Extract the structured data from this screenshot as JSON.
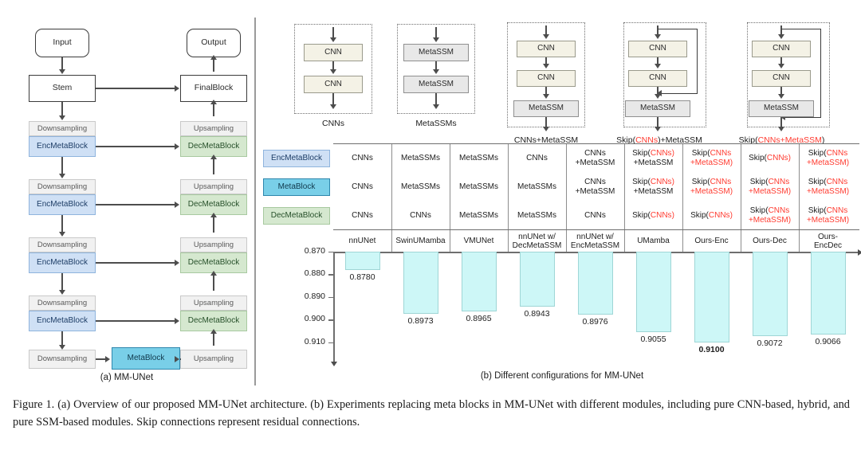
{
  "figure": {
    "caption": "Figure 1.  (a) Overview of our proposed MM-UNet architecture.  (b) Experiments replacing meta blocks in MM-UNet with different modules, including pure CNN-based, hybrid, and pure SSM-based modules. Skip connections represent residual connections.",
    "subcaption_a": "(a) MM-UNet",
    "subcaption_b": "(b) Different configurations for MM-UNet"
  },
  "panel_a": {
    "input_label": "Input",
    "output_label": "Output",
    "stem_label": "Stem",
    "final_label": "FinalBlock",
    "downsampling_label": "Downsampling",
    "upsampling_label": "Upsampling",
    "enc_label": "EncMetaBlock",
    "dec_label": "DecMetaBlock",
    "meta_label": "MetaBlock",
    "stage_count": 5,
    "colors": {
      "enc": "#cfe0f5",
      "dec": "#d5e8cf",
      "meta": "#79cfe8",
      "sampling": "#f1f1f1"
    }
  },
  "panel_b": {
    "modules": [
      {
        "label": "CNNs",
        "blocks": [
          "CNN",
          "CNN"
        ],
        "skip": "none"
      },
      {
        "label": "MetaSSMs",
        "blocks": [
          "MetaSSM",
          "MetaSSM"
        ],
        "skip": "none"
      },
      {
        "label": "CNNs+MetaSSM",
        "blocks": [
          "CNN",
          "CNN",
          "MetaSSM"
        ],
        "skip": "none"
      },
      {
        "label": "Skip(CNNs)+MetaSSM",
        "blocks": [
          "CNN",
          "CNN",
          "MetaSSM"
        ],
        "skip": "cnns"
      },
      {
        "label": "Skip(CNNs+MetaSSM)",
        "blocks": [
          "CNN",
          "CNN",
          "MetaSSM"
        ],
        "skip": "all"
      }
    ],
    "module_label_parts": [
      [
        {
          "t": "CNNs",
          "c": "k"
        }
      ],
      [
        {
          "t": "MetaSSMs",
          "c": "k"
        }
      ],
      [
        {
          "t": "CNNs+MetaSSM",
          "c": "k"
        }
      ],
      [
        {
          "t": "Skip(",
          "c": "k"
        },
        {
          "t": "CNNs",
          "c": "r"
        },
        {
          "t": ")+MetaSSM",
          "c": "k"
        }
      ],
      [
        {
          "t": "Skip(",
          "c": "k"
        },
        {
          "t": "CNNs+MetaSSM",
          "c": "r"
        },
        {
          "t": ")",
          "c": "k"
        }
      ]
    ],
    "table": {
      "row_labels": [
        "EncMetaBlock",
        "MetaBlock",
        "DecMetaBlock"
      ],
      "column_headers": [
        "nnUNet",
        "SwinUMamba",
        "VMUNet",
        "nnUNet w/\nDecMetaSSM",
        "nnUNet w/\nEncMetaSSM",
        "UMamba",
        "Ours-Enc",
        "Ours-Dec",
        "Ours-\nEncDec"
      ],
      "cells": [
        [
          [
            [
              {
                "t": "CNNs",
                "c": "k"
              }
            ]
          ],
          [
            [
              {
                "t": "MetaSSMs",
                "c": "k"
              }
            ]
          ],
          [
            [
              {
                "t": "MetaSSMs",
                "c": "k"
              }
            ]
          ],
          [
            [
              {
                "t": "CNNs",
                "c": "k"
              }
            ]
          ],
          [
            [
              {
                "t": "CNNs",
                "c": "k"
              }
            ],
            [
              {
                "t": "+MetaSSM",
                "c": "k"
              }
            ]
          ],
          [
            [
              {
                "t": "Skip(",
                "c": "k"
              },
              {
                "t": "CNNs",
                "c": "r"
              },
              {
                "t": ")",
                "c": "r"
              }
            ],
            [
              {
                "t": "+MetaSSM",
                "c": "k"
              }
            ]
          ],
          [
            [
              {
                "t": "Skip(",
                "c": "k"
              },
              {
                "t": "CNNs",
                "c": "r"
              }
            ],
            [
              {
                "t": "+MetaSSM",
                "c": "r"
              },
              {
                "t": ")",
                "c": "r"
              }
            ]
          ],
          [
            [
              {
                "t": "Skip(",
                "c": "k"
              },
              {
                "t": "CNNs",
                "c": "r"
              },
              {
                "t": ")",
                "c": "r"
              }
            ]
          ],
          [
            [
              {
                "t": "Skip(",
                "c": "k"
              },
              {
                "t": "CNNs",
                "c": "r"
              }
            ],
            [
              {
                "t": "+MetaSSM",
                "c": "r"
              },
              {
                "t": ")",
                "c": "r"
              }
            ]
          ]
        ],
        [
          [
            [
              {
                "t": "CNNs",
                "c": "k"
              }
            ]
          ],
          [
            [
              {
                "t": "MetaSSMs",
                "c": "k"
              }
            ]
          ],
          [
            [
              {
                "t": "MetaSSMs",
                "c": "k"
              }
            ]
          ],
          [
            [
              {
                "t": "MetaSSMs",
                "c": "k"
              }
            ]
          ],
          [
            [
              {
                "t": "CNNs",
                "c": "k"
              }
            ],
            [
              {
                "t": "+MetaSSM",
                "c": "k"
              }
            ]
          ],
          [
            [
              {
                "t": "Skip(",
                "c": "k"
              },
              {
                "t": "CNNs",
                "c": "r"
              },
              {
                "t": ")",
                "c": "r"
              }
            ],
            [
              {
                "t": "+MetaSSM",
                "c": "k"
              }
            ]
          ],
          [
            [
              {
                "t": "Skip(",
                "c": "k"
              },
              {
                "t": "CNNs",
                "c": "r"
              }
            ],
            [
              {
                "t": "+MetaSSM",
                "c": "r"
              },
              {
                "t": ")",
                "c": "r"
              }
            ]
          ],
          [
            [
              {
                "t": "Skip(",
                "c": "k"
              },
              {
                "t": "CNNs",
                "c": "r"
              }
            ],
            [
              {
                "t": "+MetaSSM",
                "c": "r"
              },
              {
                "t": ")",
                "c": "r"
              }
            ]
          ],
          [
            [
              {
                "t": "Skip(",
                "c": "k"
              },
              {
                "t": "CNNs",
                "c": "r"
              }
            ],
            [
              {
                "t": "+MetaSSM",
                "c": "r"
              },
              {
                "t": ")",
                "c": "r"
              }
            ]
          ]
        ],
        [
          [
            [
              {
                "t": "CNNs",
                "c": "k"
              }
            ]
          ],
          [
            [
              {
                "t": "CNNs",
                "c": "k"
              }
            ]
          ],
          [
            [
              {
                "t": "MetaSSMs",
                "c": "k"
              }
            ]
          ],
          [
            [
              {
                "t": "MetaSSMs",
                "c": "k"
              }
            ]
          ],
          [
            [
              {
                "t": "CNNs",
                "c": "k"
              }
            ]
          ],
          [
            [
              {
                "t": "Skip(",
                "c": "k"
              },
              {
                "t": "CNNs",
                "c": "r"
              },
              {
                "t": ")",
                "c": "r"
              }
            ]
          ],
          [
            [
              {
                "t": "Skip(",
                "c": "k"
              },
              {
                "t": "CNNs",
                "c": "r"
              },
              {
                "t": ")",
                "c": "r"
              }
            ]
          ],
          [
            [
              {
                "t": "Skip(",
                "c": "k"
              },
              {
                "t": "CNNs",
                "c": "r"
              }
            ],
            [
              {
                "t": "+MetaSSM",
                "c": "r"
              },
              {
                "t": ")",
                "c": "r"
              }
            ]
          ],
          [
            [
              {
                "t": "Skip(",
                "c": "k"
              },
              {
                "t": "CNNs",
                "c": "r"
              }
            ],
            [
              {
                "t": "+MetaSSM",
                "c": "r"
              },
              {
                "t": ")",
                "c": "r"
              }
            ]
          ]
        ]
      ]
    }
  },
  "chart_data": {
    "type": "bar",
    "title": "",
    "xlabel": "",
    "ylabel": "",
    "categories": [
      "nnUNet",
      "SwinUMamba",
      "VMUNet",
      "nnUNet w/ DecMetaSSM",
      "nnUNet w/ EncMetaSSM",
      "UMamba",
      "Ours-Enc",
      "Ours-Dec",
      "Ours-EncDec"
    ],
    "values": [
      0.878,
      0.8973,
      0.8965,
      0.8943,
      0.8976,
      0.9055,
      0.91,
      0.9072,
      0.9066
    ],
    "value_labels": [
      "0.8780",
      "0.8973",
      "0.8965",
      "0.8943",
      "0.8976",
      "0.9055",
      "0.9100",
      "0.9072",
      "0.9066"
    ],
    "best_index": 6,
    "axis_inverted": true,
    "ylim": [
      0.87,
      0.915
    ],
    "ytick_labels": [
      "0.870",
      "0.880",
      "0.890",
      "0.900",
      "0.910"
    ],
    "ytick_values": [
      0.87,
      0.88,
      0.89,
      0.9,
      0.91
    ],
    "grid": false,
    "legend": "none",
    "bar_color": "#cdf7f7",
    "bar_edge_color": "#9fd6d6"
  }
}
